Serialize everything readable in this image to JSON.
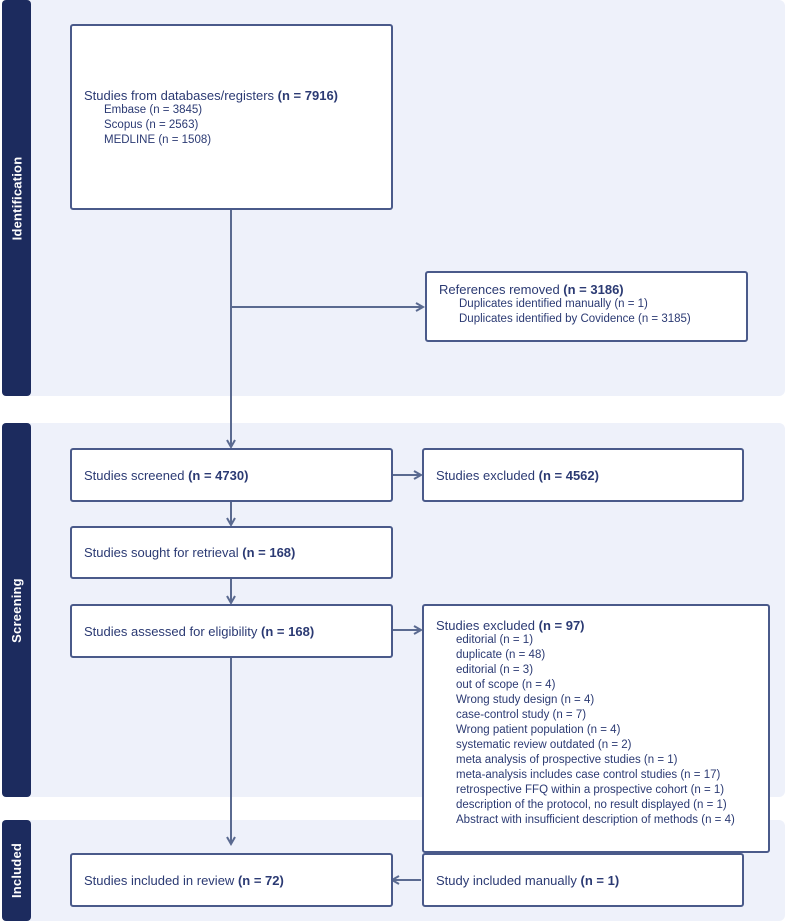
{
  "phases": {
    "identification": "Identification",
    "screening": "Screening",
    "included": "Included"
  },
  "databases": {
    "title": "Studies from databases/registers",
    "count": "(n = 7916)",
    "items": [
      "Embase (n = 3845)",
      "Scopus (n = 2563)",
      "MEDLINE (n = 1508)"
    ]
  },
  "removed": {
    "title": "References removed",
    "count": "(n = 3186)",
    "items": [
      "Duplicates identified manually (n = 1)",
      "Duplicates identified by Covidence (n = 3185)"
    ]
  },
  "screened": {
    "title": "Studies screened",
    "count": "(n = 4730)"
  },
  "excluded_screen": {
    "title": "Studies excluded",
    "count": "(n = 4562)"
  },
  "retrieval": {
    "title": "Studies sought for retrieval",
    "count": "(n = 168)"
  },
  "eligibility": {
    "title": "Studies assessed for eligibility",
    "count": "(n = 168)"
  },
  "excluded_elig": {
    "title": "Studies excluded",
    "count": "(n = 97)",
    "items": [
      "editorial (n = 1)",
      "duplicate (n = 48)",
      "editorial (n = 3)",
      "out of scope (n = 4)",
      "Wrong study design (n = 4)",
      "case-control study (n = 7)",
      "Wrong patient population (n = 4)",
      "systematic review outdated (n = 2)",
      "meta analysis of prospective studies (n = 1)",
      "meta-analysis includes case control studies (n = 17)",
      "retrospective FFQ within a prospective cohort (n = 1)",
      "description of the protocol, no result displayed (n = 1)",
      "Abstract with insufficient description of methods (n = 4)"
    ]
  },
  "included_review": {
    "title": "Studies included in review",
    "count": "(n = 72)"
  },
  "included_manual": {
    "title": "Study included manually",
    "count": "(n = 1)"
  },
  "colors": {
    "sidebar": "#1c2b5e",
    "panel": "#eef1fa",
    "border": "#4a5a8a",
    "text": "#2b3a73",
    "arrow": "#5a6a90"
  }
}
